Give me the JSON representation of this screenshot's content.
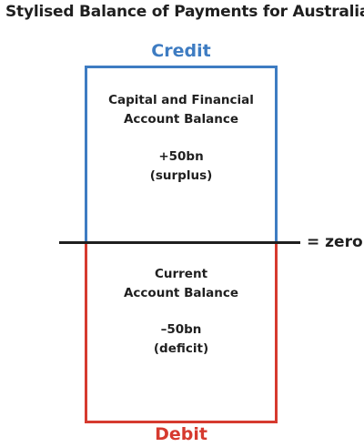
{
  "diagram": {
    "title": "Stylised Balance of Payments for Australia",
    "credit_label": "Credit",
    "debit_label": "Debit",
    "zero_label": "= zero",
    "credit_box": {
      "line1": "Capital and Financial",
      "line2": "Account Balance",
      "value": "+50bn",
      "note": "(surplus)"
    },
    "debit_box": {
      "line1": "Current",
      "line2": "Account Balance",
      "value": "–50bn",
      "note": "(deficit)"
    },
    "colors": {
      "credit": "#3e7cc2",
      "debit": "#d63a2f",
      "zero_line": "#1f1f1f"
    }
  }
}
